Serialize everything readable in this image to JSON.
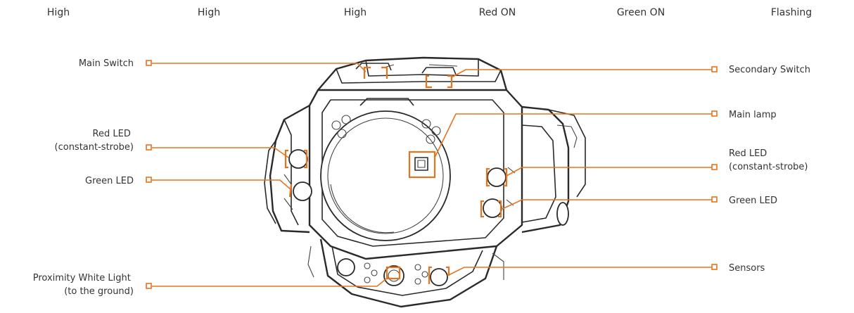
{
  "header": {
    "columns": [
      "High",
      "High",
      "High",
      "Red ON",
      "Green ON",
      "Flashing"
    ]
  },
  "labels": {
    "left": [
      {
        "lines": [
          "Main Switch"
        ]
      },
      {
        "lines": [
          "Red LED",
          "(constant-strobe)"
        ]
      },
      {
        "lines": [
          "Green LED"
        ]
      },
      {
        "lines": [
          "Proximity White Light",
          "(to the ground)"
        ]
      }
    ],
    "right": [
      {
        "lines": [
          "Secondary Switch"
        ]
      },
      {
        "lines": [
          "Main lamp"
        ]
      },
      {
        "lines": [
          "Red LED",
          "(constant-strobe)"
        ]
      },
      {
        "lines": [
          "Green LED"
        ]
      },
      {
        "lines": [
          "Sensors"
        ]
      }
    ]
  },
  "colors": {
    "accent": "#e8731e",
    "text": "#333333",
    "line_art": "#2a2a2a"
  }
}
